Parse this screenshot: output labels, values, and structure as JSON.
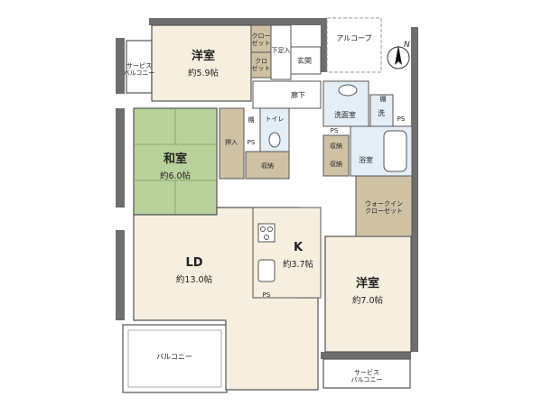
{
  "colors": {
    "wall": "#6e6e6e",
    "floor": "#f6efdf",
    "tatami": "#b9d29c",
    "storage": "#cfc1a4",
    "wet": "#e3eef7",
    "line": "#555555"
  },
  "icons": [
    "north-arrow-icon",
    "sink-icon",
    "toilet-icon",
    "stove-icon",
    "bathtub-icon",
    "washbasin-icon"
  ],
  "rooms": {
    "western_1": {
      "name": "洋室",
      "size": "約5.9帖"
    },
    "japanese": {
      "name": "和室",
      "size": "約6.0帖"
    },
    "ld": {
      "name": "LD",
      "size": "約13.0帖"
    },
    "kitchen": {
      "name": "K",
      "size": "約3.7帖"
    },
    "western_2": {
      "name": "洋室",
      "size": "約7.0帖"
    }
  },
  "labels": {
    "alcove": "アルコーブ",
    "service_balcony_1": "サービス\nバルコニー",
    "service_balcony_2": "サービス\nバルコニー",
    "balcony": "バルコニー",
    "closet_1": "クロー\nゼット",
    "closet_2": "クロ\nゼット",
    "shoes": "下足入",
    "entrance": "玄関",
    "corridor": "廊下",
    "washroom": "洗面室",
    "washer": "洗",
    "shelf_1": "棚",
    "shelf_2": "棚",
    "toilet": "トイレ",
    "oshiire": "押入",
    "storage_1": "収納",
    "storage_2": "収納",
    "storage_3": "収納",
    "bath": "浴室",
    "walkin": "ウォークイン\nクローゼット",
    "ps_1": "PS",
    "ps_2": "PS",
    "ps_3": "PS",
    "ps_4": "PS"
  }
}
